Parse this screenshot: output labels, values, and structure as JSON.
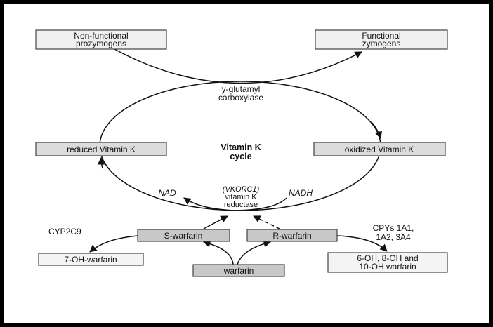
{
  "title": "Vitamin K cycle",
  "title_line2": "cycle",
  "title_line1": "Vitamin K",
  "boxes": {
    "nonfunctional_1": "Non-functional",
    "nonfunctional_2": "prozymogens",
    "functional_1": "Functional",
    "functional_2": "zymogens",
    "reduced": "reduced Vitamin K",
    "oxidized": "oxidized Vitamin K",
    "s_warfarin": "S-warfarin",
    "r_warfarin": "R-warfarin",
    "warfarin": "warfarin",
    "seven_oh": "7-OH-warfarin",
    "multi_oh_1": "6-OH, 8-OH and",
    "multi_oh_2": "10-OH warfarin"
  },
  "labels": {
    "carboxylase_1": "y-glutamyl",
    "carboxylase_2": "carboxylase",
    "nad": "NAD",
    "nadh": "NADH",
    "vkorc1": "(VKORC1)",
    "reductase_1": "vitamin K",
    "reductase_2": "reductase",
    "cyp2c9": "CYP2C9",
    "cpys_1": "CPYs 1A1,",
    "cpys_2": "1A2, 3A4"
  },
  "colors": {
    "box_light": "#f0f0f0",
    "box_dark": "#c8c8c8",
    "frame": "#000000"
  }
}
